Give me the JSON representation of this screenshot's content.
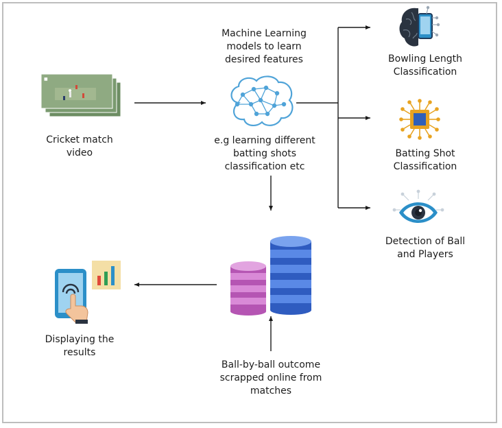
{
  "nodes": {
    "video": {
      "label_line1": "Cricket match",
      "label_line2": "video"
    },
    "ml": {
      "top_line1": "Machine Learning",
      "top_line2": "models to learn",
      "top_line3": "desired features",
      "bottom_line1": "e.g learning different",
      "bottom_line2": "batting shots",
      "bottom_line3": "classification etc"
    },
    "bowling": {
      "label_line1": "Bowling Length",
      "label_line2": "Classification"
    },
    "batting": {
      "label_line1": "Batting Shot",
      "label_line2": "Classification"
    },
    "detection": {
      "label_line1": "Detection of Ball",
      "label_line2": "and Players"
    },
    "database": {
      "label_line1": "Ball-by-ball outcome",
      "label_line2": "scrapped online from",
      "label_line3": "matches"
    },
    "display": {
      "label_line1": "Displaying the",
      "label_line2": "results"
    }
  },
  "edges": [
    {
      "from": "video",
      "to": "ml"
    },
    {
      "from": "ml",
      "to": "bowling"
    },
    {
      "from": "ml",
      "to": "batting"
    },
    {
      "from": "ml",
      "to": "detection"
    },
    {
      "from": "ml",
      "to": "database"
    },
    {
      "from": "database",
      "to": "display"
    },
    {
      "from": "scrape_source",
      "to": "database"
    }
  ],
  "colors": {
    "arrow": "#1a1a1a",
    "text": "#1c1c1c",
    "brain_blue": "#4fa3d8",
    "db_pink": "#c768c4",
    "db_blue": "#3d6fd0",
    "chip_orange": "#e8a321",
    "chip_blue": "#2f5fb8",
    "eye_blue": "#2b8fc8",
    "frame_border": "#bdbdbd"
  },
  "icons": [
    "video-thumbnails-icon",
    "neural-brain-icon",
    "brain-phone-icon",
    "cpu-chip-icon",
    "eye-icon",
    "database-icon",
    "phone-touch-chart-icon"
  ]
}
